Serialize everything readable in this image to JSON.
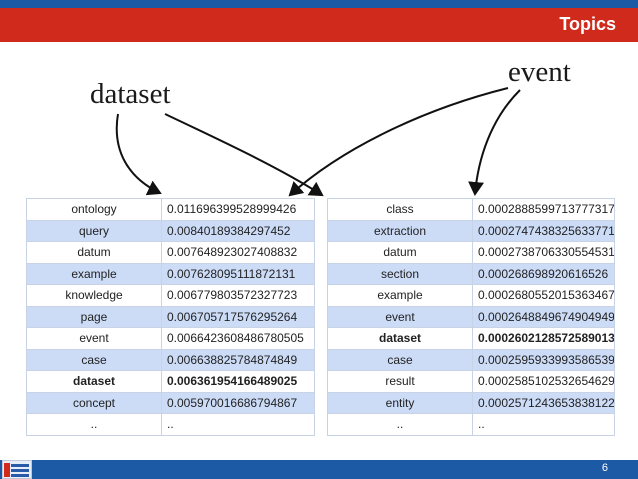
{
  "slide": {
    "title": "Topics",
    "page_number": "6"
  },
  "callouts": {
    "left": "dataset",
    "right": "event"
  },
  "table_left": {
    "rows": [
      {
        "term": "ontology",
        "prob": "0.011696399528999426"
      },
      {
        "term": "query",
        "prob": "0.0084018938429745­2"
      },
      {
        "term": "datum",
        "prob": "0.007648923027408832"
      },
      {
        "term": "example",
        "prob": "0.007628095111872131"
      },
      {
        "term": "knowledge",
        "prob": "0.006779803572327723"
      },
      {
        "term": "page",
        "prob": "0.006705717576295264"
      },
      {
        "term": "event",
        "prob": "0.0066423608486780505"
      },
      {
        "term": "case",
        "prob": "0.006638825784874849"
      },
      {
        "term": "dataset",
        "prob": "0.006361954166489025",
        "highlight": true
      },
      {
        "term": "concept",
        "prob": "0.005970016686794867"
      },
      {
        "term": "..",
        "prob": ".."
      }
    ]
  },
  "table_right": {
    "rows": [
      {
        "term": "class",
        "prob": "0.0002888599713777317"
      },
      {
        "term": "extraction",
        "prob": "0.00027474383256337­71"
      },
      {
        "term": "datum",
        "prob": "0.0002738706330554531"
      },
      {
        "term": "section",
        "prob": "0.000268698920616526"
      },
      {
        "term": "example",
        "prob": "0.0002680552015363467"
      },
      {
        "term": "event",
        "prob": "0.0002648849674904949"
      },
      {
        "term": "dataset",
        "prob": "0.0002602128572589013",
        "highlight": true
      },
      {
        "term": "case",
        "prob": "0.0002595933993586539"
      },
      {
        "term": "result",
        "prob": "0.0002585102532654629"
      },
      {
        "term": "entity",
        "prob": "0.0002571243653838122"
      },
      {
        "term": "..",
        "prob": ".."
      }
    ]
  },
  "colors": {
    "header_red": "#cf2a1b",
    "stripe_blue": "#1d5aa6",
    "row_alt": "#ccdcf7"
  }
}
